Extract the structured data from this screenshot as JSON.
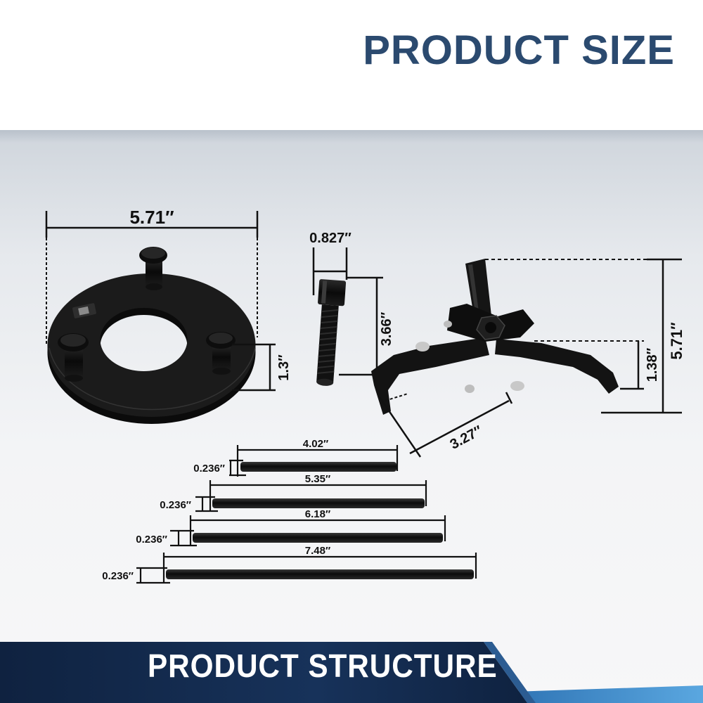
{
  "header": {
    "title": "PRODUCT SIZE"
  },
  "footer": {
    "title": "PRODUCT STRUCTURE"
  },
  "colors": {
    "title_blue": "#2b4a6f",
    "banner_dark": "#0f2240",
    "banner_mid": "#1d3b66",
    "banner_accent": "#3f86c8",
    "tool_black": "#0b0b0b",
    "dimension_line": "#111111"
  },
  "plate": {
    "width_label": "5.71″",
    "pin_height_label": "1.3″"
  },
  "bolt": {
    "head_label": "0.827″",
    "length_label": "3.66″"
  },
  "puller": {
    "height_label": "5.71″",
    "jaw_depth_label": "1.38″",
    "jaw_reach_label": "3.27″"
  },
  "rods": [
    {
      "length_label": "4.02″",
      "diameter_label": "0.236″"
    },
    {
      "length_label": "5.35″",
      "diameter_label": "0.236″"
    },
    {
      "length_label": "6.18″",
      "diameter_label": "0.236″"
    },
    {
      "length_label": "7.48″",
      "diameter_label": "0.236″"
    }
  ]
}
